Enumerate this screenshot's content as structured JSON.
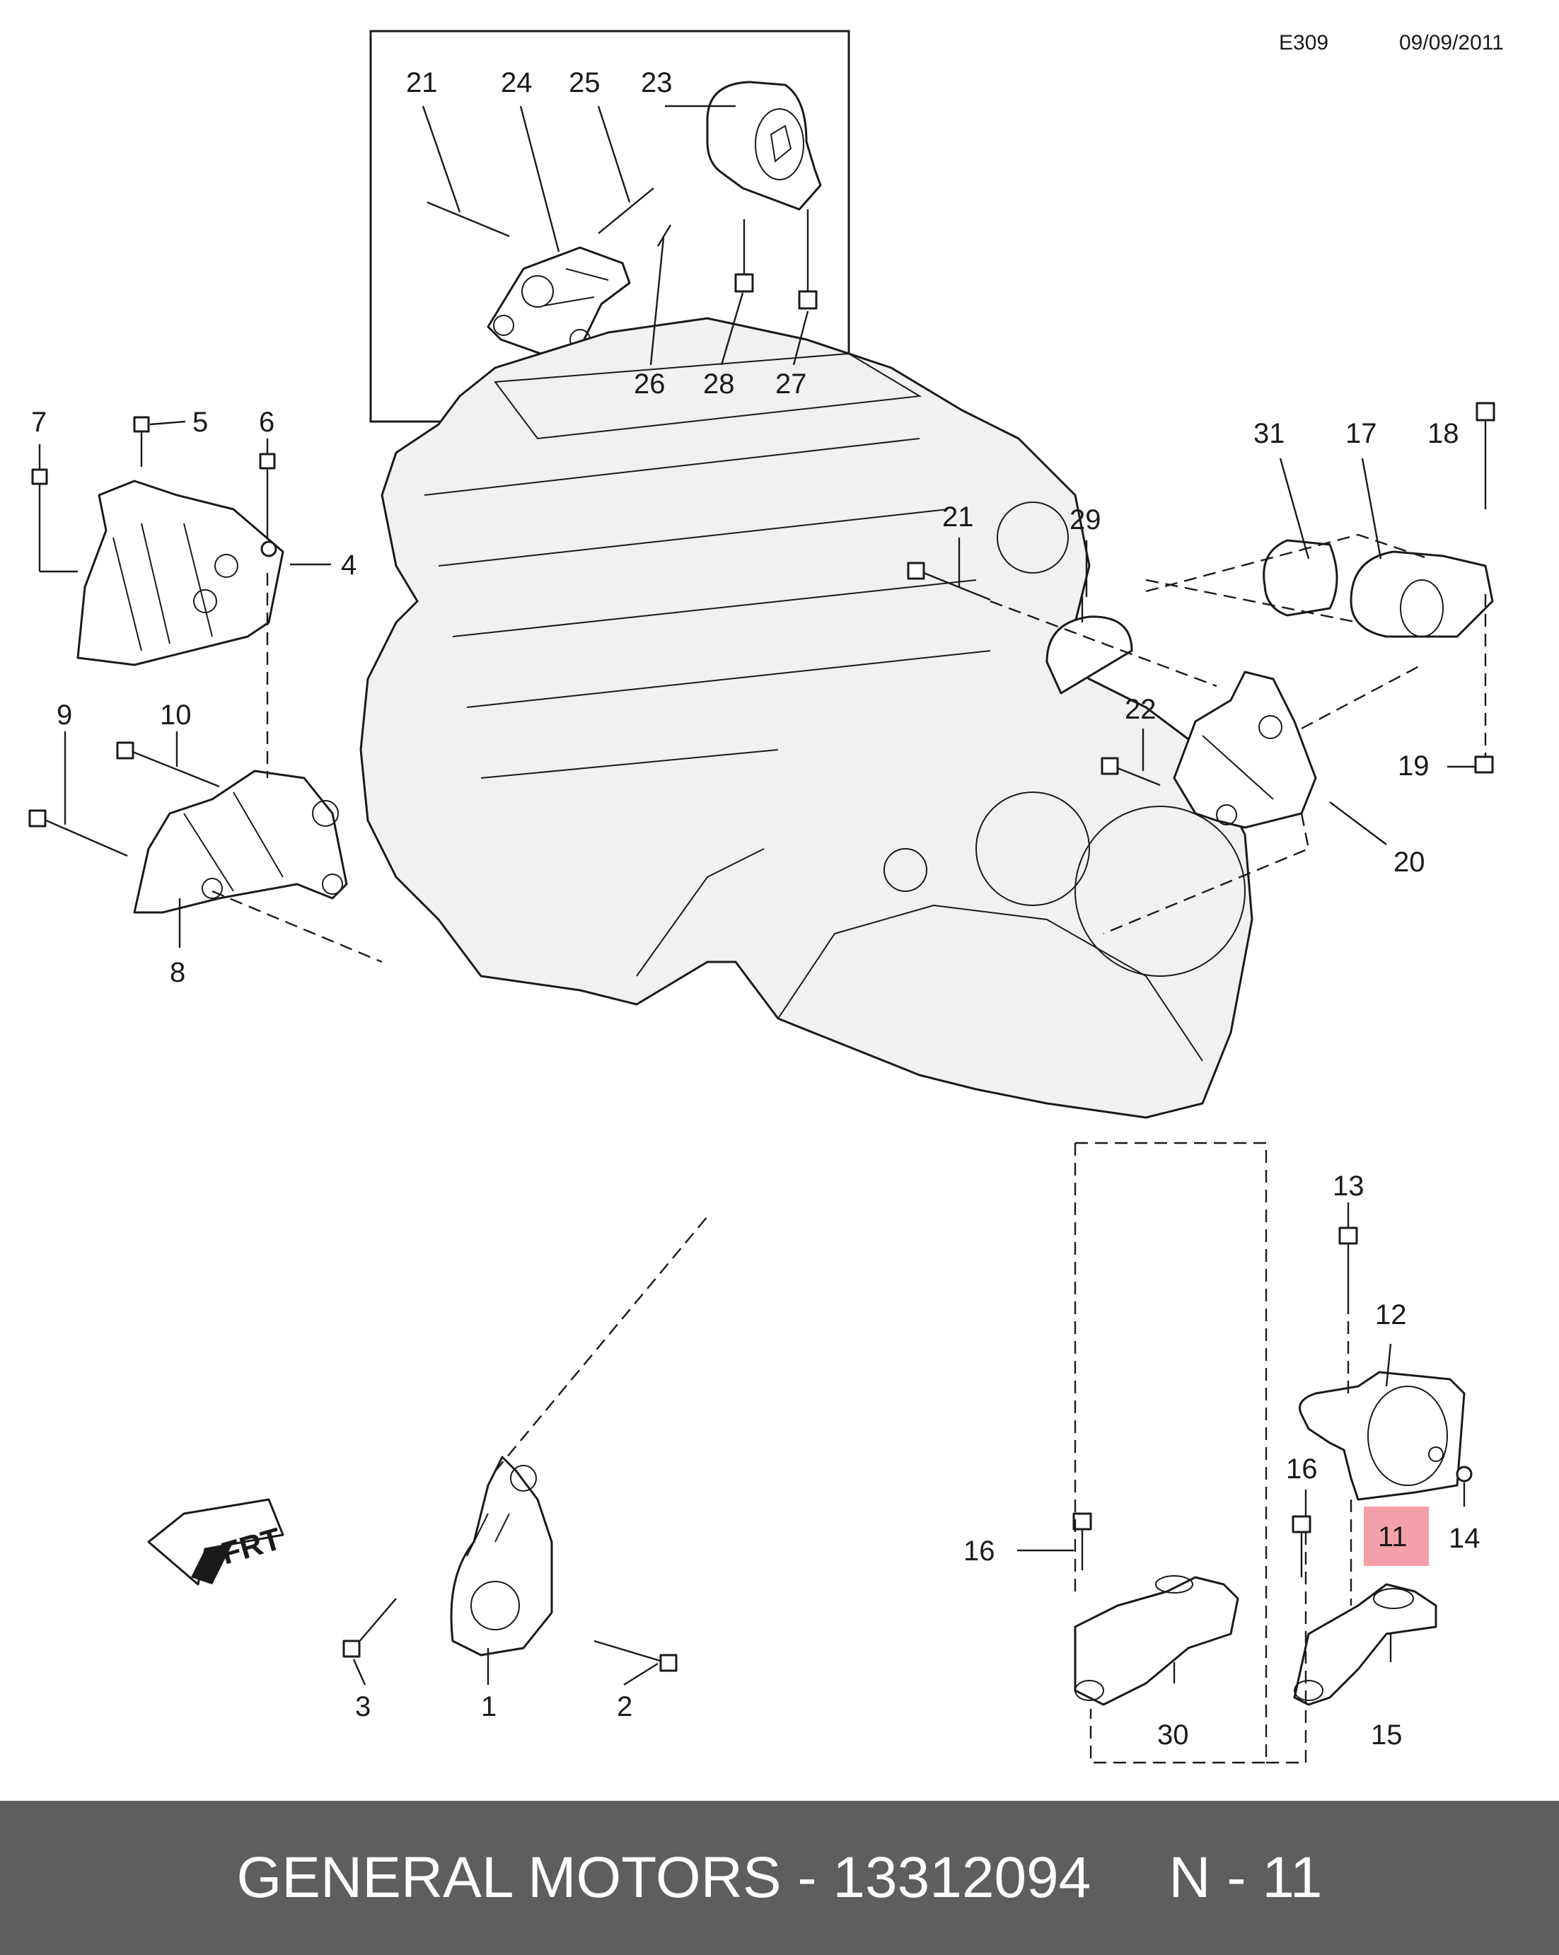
{
  "header": {
    "code": "E309",
    "date": "09/09/2011"
  },
  "callouts": {
    "c1": "1",
    "c2": "2",
    "c3": "3",
    "c4": "4",
    "c5": "5",
    "c6": "6",
    "c7": "7",
    "c8": "8",
    "c9": "9",
    "c10": "10",
    "c11": "11",
    "c12": "12",
    "c13": "13",
    "c14": "14",
    "c15": "15",
    "c16a": "16",
    "c16b": "16",
    "c17": "17",
    "c18": "18",
    "c19": "19",
    "c20": "20",
    "c21a": "21",
    "c21b": "21",
    "c22": "22",
    "c23": "23",
    "c24": "24",
    "c25": "25",
    "c26": "26",
    "c27": "27",
    "c28": "28",
    "c29": "29",
    "c30": "30",
    "c31": "31"
  },
  "direction_label": "FRT",
  "highlight_color": "#f4a0a8",
  "footer": {
    "brand": "GENERAL MOTORS - 13312094",
    "ref": "N - 11"
  }
}
